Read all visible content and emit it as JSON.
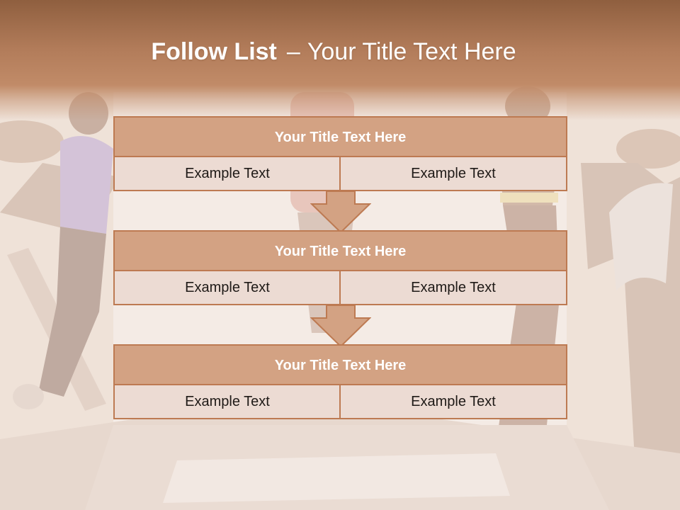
{
  "title": {
    "bold": "Follow List",
    "dash": "–",
    "rest": "Your Title Text Here"
  },
  "colors": {
    "header_band": "#b27c5a",
    "box_header_fill": "#d3a283",
    "box_border": "#bd7a52",
    "cell_fill": "#ecdbd3",
    "arrow_fill": "#d3a283"
  },
  "background": {
    "description_icon": "treadmill-photo"
  },
  "blocks": [
    {
      "title": "Your Title Text Here",
      "left": "Example Text",
      "right": "Example Text"
    },
    {
      "title": "Your Title Text Here",
      "left": "Example Text",
      "right": "Example Text"
    },
    {
      "title": "Your Title Text Here",
      "left": "Example Text",
      "right": "Example Text"
    }
  ],
  "arrows": [
    "arrow-down-icon",
    "arrow-down-icon"
  ]
}
